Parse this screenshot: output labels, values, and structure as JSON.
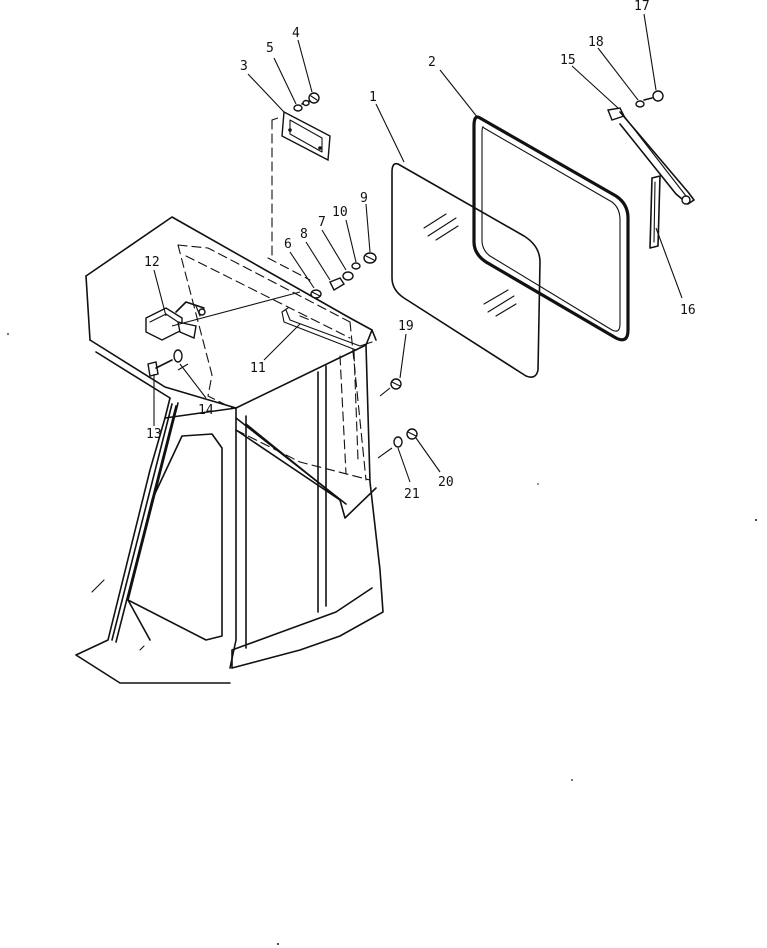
{
  "diagram": {
    "callouts": [
      {
        "id": "c1",
        "label": "1"
      },
      {
        "id": "c2",
        "label": "2"
      },
      {
        "id": "c3",
        "label": "3"
      },
      {
        "id": "c4",
        "label": "4"
      },
      {
        "id": "c5",
        "label": "5"
      },
      {
        "id": "c6",
        "label": "6"
      },
      {
        "id": "c7",
        "label": "7"
      },
      {
        "id": "c8",
        "label": "8"
      },
      {
        "id": "c9",
        "label": "9"
      },
      {
        "id": "c10",
        "label": "10"
      },
      {
        "id": "c11",
        "label": "11"
      },
      {
        "id": "c12",
        "label": "12"
      },
      {
        "id": "c13",
        "label": "13"
      },
      {
        "id": "c14",
        "label": "14"
      },
      {
        "id": "c15",
        "label": "15"
      },
      {
        "id": "c16",
        "label": "16"
      },
      {
        "id": "c17",
        "label": "17"
      },
      {
        "id": "c18",
        "label": "18"
      },
      {
        "id": "c19",
        "label": "19"
      },
      {
        "id": "c20",
        "label": "20"
      },
      {
        "id": "c21",
        "label": "21"
      }
    ],
    "colors": {
      "ink": "#111111",
      "paper": "#ffffff"
    }
  }
}
